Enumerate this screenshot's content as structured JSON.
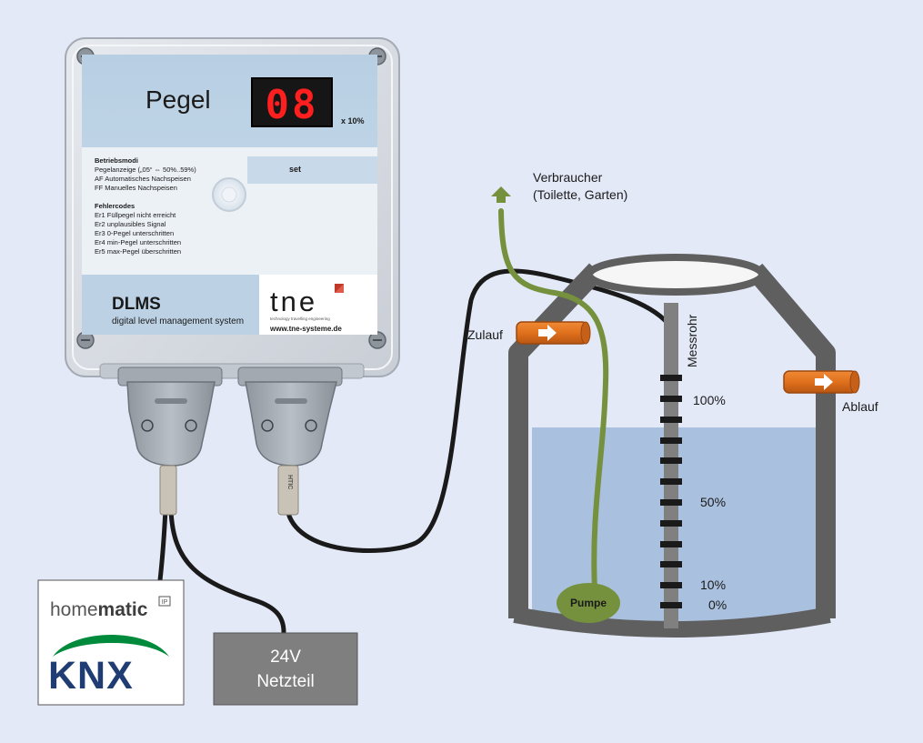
{
  "device": {
    "title": "Pegel",
    "display_value": "08",
    "display_unit": "x 10%",
    "set_label": "set",
    "modes_heading": "Betriebsmodi",
    "modes": [
      "Pegelanzeige („05“ ⇔ 50%..59%)",
      "AF Automatisches Nachspeisen",
      "FF Manuelles Nachspeisen"
    ],
    "errors_heading": "Fehlercodes",
    "errors": [
      "Er1  Füllpegel nicht erreicht",
      "Er2  unplausibles Signal",
      "Er3  0-Pegel unterschritten",
      "Er4  min-Pegel unterschritten",
      "Er5  max-Pegel überschritten"
    ],
    "product_name": "DLMS",
    "product_desc": "digital level management system",
    "brand": "tne",
    "brand_tagline": "technology travelling engineering",
    "website": "www.tne-systeme.de"
  },
  "connector_marking": "HTIC",
  "tank": {
    "inlet_label": "Zulauf",
    "outlet_label": "Ablauf",
    "pipe_label": "Messrohr",
    "pump_label": "Pumpe",
    "consumer_line1": "Verbraucher",
    "consumer_line2": "(Toilette, Garten)",
    "scale_labels": [
      "100%",
      "50%",
      "10%",
      "0%"
    ]
  },
  "homematic": {
    "brand_light": "home",
    "brand_bold": "matic",
    "ip_badge": "IP"
  },
  "knx_logo": "KNX",
  "power_supply": {
    "line1": "24V",
    "line2": "Netzteil"
  },
  "colors": {
    "background": "#e3e9f7",
    "water": "#a9c0df",
    "tank_wall": "#5f5f5f",
    "pump_green": "#75913d",
    "pipe_orange": "#e0701c",
    "display_red": "#ff1f1f",
    "knx_green": "#008a3c",
    "knx_blue": "#1f3d73",
    "power_supply": "#7f7f7f"
  }
}
